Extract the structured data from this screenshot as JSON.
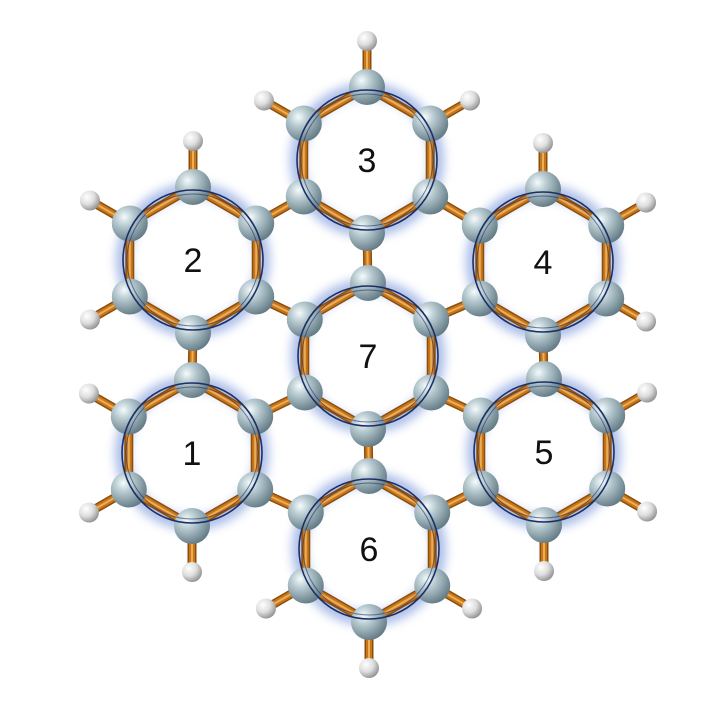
{
  "molecule": {
    "rings": [
      {
        "label": "1",
        "aromatic": true
      },
      {
        "label": "2",
        "aromatic": true
      },
      {
        "label": "3",
        "aromatic": true
      },
      {
        "label": "4",
        "aromatic": true
      },
      {
        "label": "5",
        "aromatic": true
      },
      {
        "label": "6",
        "aromatic": true
      },
      {
        "label": "7",
        "aromatic": true
      }
    ],
    "colors": {
      "bond": "#c8761c",
      "bond_highlight": "#f2b35a",
      "carbon": "#8fa9b4",
      "hydrogen": "#e6e6e6",
      "aromatic_circle": "#1c2f66",
      "aromatic_glow": "#8da6e0"
    }
  }
}
